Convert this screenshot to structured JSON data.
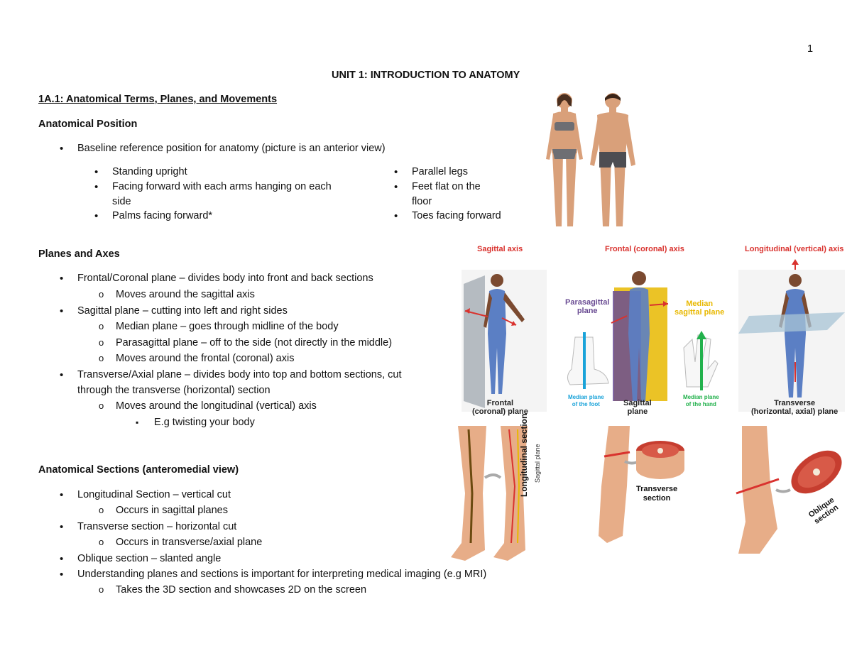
{
  "page_number": "1",
  "unit_title": "UNIT 1: INTRODUCTION TO ANATOMY",
  "section_heading": "1A.1: Anatomical Terms, Planes, and Movements ",
  "anatomical_position": {
    "heading": "Anatomical Position",
    "intro": "Baseline reference position for anatomy (picture is an anterior view)",
    "left_items": [
      "Standing upright",
      "Facing forward with each arms hanging on each",
      "side",
      "Palms facing forward*"
    ],
    "right_items": [
      "Parallel legs",
      "Feet flat on the",
      "floor",
      "Toes facing forward"
    ]
  },
  "planes_axes": {
    "heading": "Planes and Axes",
    "frontal": "Frontal/Coronal plane – divides body into front and back sections",
    "frontal_sub": "Moves around the sagittal axis",
    "sagittal": "Sagittal plane – cutting into left and right sides",
    "sagittal_sub1": "Median plane – goes through midline of the body",
    "sagittal_sub2": "Parasagittal plane – off to the side (not directly in the middle)",
    "sagittal_sub3": "Moves around the frontal (coronal) axis",
    "transverse_line1": "Transverse/Axial plane – divides body into top and bottom sections, cut",
    "transverse_line2": "through the transverse (horizontal) section",
    "transverse_sub": "Moves around the longitudinal (vertical) axis",
    "transverse_subsub": "E.g twisting your body"
  },
  "sections": {
    "heading": "Anatomical Sections (anteromedial view)",
    "longitudinal": "Longitudinal Section – vertical cut",
    "longitudinal_sub": "Occurs in sagittal planes",
    "transverse": "Transverse section – horizontal cut",
    "transverse_sub": "Occurs in transverse/axial plane",
    "oblique": "Oblique section – slanted angle",
    "imaging": "Understanding planes and sections is important for interpreting medical imaging (e.g MRI)",
    "imaging_sub": "Takes the 3D section and showcases 2D on the screen"
  },
  "figure_planes": {
    "sagittal_axis": "Sagittal axis",
    "frontal_axis": "Frontal (coronal) axis",
    "longitudinal_axis": "Longitudinal (vertical)  axis",
    "parasagittal": "Parasagittal\nplane",
    "median_sagittal": "Median\nsagittal plane",
    "median_foot": "Median plane\nof the foot",
    "median_hand": "Median plane\nof the hand",
    "frontal_plane": "Frontal\n(coronal) plane",
    "sagittal_plane": "Sagittal\nplane",
    "transverse_plane": "Transverse\n(horizontal, axial) plane"
  },
  "figure_sections": {
    "longitudinal_section": "Longitudinal section",
    "sagittal_plane_small": "Sagittal plane",
    "transverse_section": "Transverse\nsection",
    "oblique_section": "Oblique\nsection"
  },
  "colors": {
    "label_red": "#d9322e",
    "median_yellow": "#e8b800",
    "parasagittal_purple": "#6a4c93",
    "foot_blue": "#1aa3d9",
    "hand_green": "#22b14c",
    "skin": "#d9a07a",
    "suit_blue": "#5b7fc4"
  }
}
